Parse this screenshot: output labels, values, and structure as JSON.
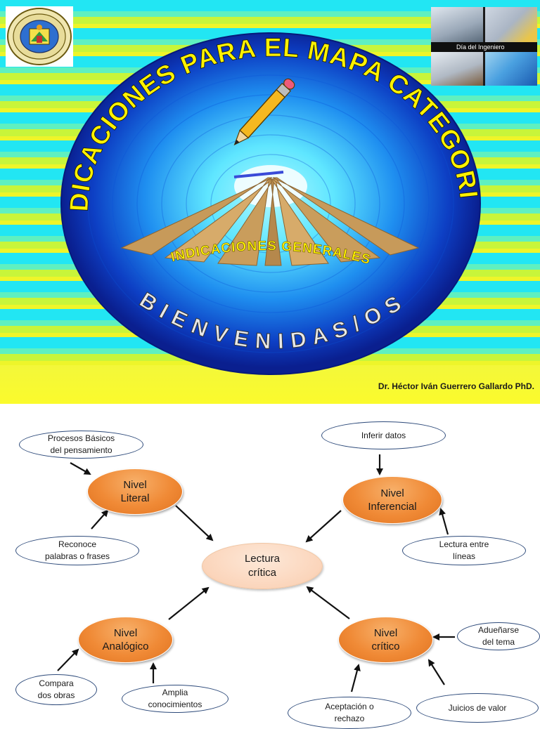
{
  "slide1": {
    "title_arc": "INDICACIONES PARA EL MAPA CATEGORIAL",
    "subtitle_arc": "INDICACIONES GENERALES",
    "welcome_arc": "B I E N V E N I D A S / O S",
    "photo_caption": "Día del Ingeniero",
    "author": "Dr. Héctor Iván Guerrero Gallardo PhD.",
    "colors": {
      "ellipse_dark": "#0a1f8f",
      "ellipse_light": "#7ff3ff",
      "title_yellow": "#fff200",
      "pencil": "#f5b820"
    }
  },
  "slide2": {
    "center": "Lectura\ncrítica",
    "levels": [
      {
        "id": "literal",
        "label": "Nivel\nLiteral"
      },
      {
        "id": "inferencial",
        "label": "Nivel\nInferencial"
      },
      {
        "id": "analogico",
        "label": "Nivel\nAnalógico"
      },
      {
        "id": "critico",
        "label": "Nivel\ncrítico"
      }
    ],
    "details": {
      "literal_1": "Procesos Básicos\ndel pensamiento",
      "literal_2": "Reconoce\npalabras o frases",
      "inferencial_1": "Inferir datos",
      "inferencial_2": "Lectura entre\nlíneas",
      "analogico_1": "Compara\ndos obras",
      "analogico_2": "Amplia\nconocimientos",
      "critico_1": "Adueñarse\ndel tema",
      "critico_2": "Aceptación o\nrechazo",
      "critico_3": "Juicios de valor"
    },
    "colors": {
      "level_fill": "#f08a36",
      "center_fill": "#fbd5bb",
      "oval_border": "#2d4a7a"
    }
  }
}
